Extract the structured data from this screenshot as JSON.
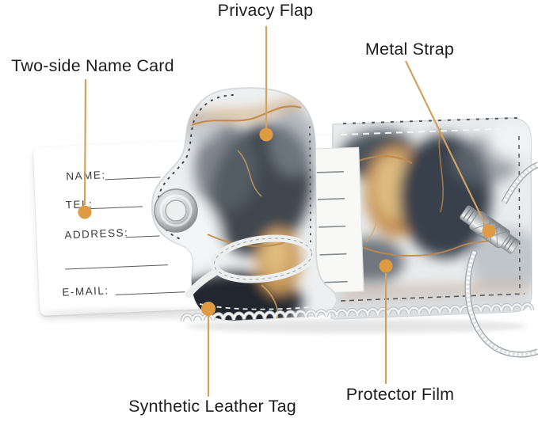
{
  "annotations": [
    {
      "id": "privacy-flap",
      "label": "Privacy Flap"
    },
    {
      "id": "two-side-name-card",
      "label": "Two-side Name Card"
    },
    {
      "id": "metal-strap",
      "label": "Metal Strap"
    },
    {
      "id": "synthetic-leather-tag",
      "label": "Synthetic Leather Tag"
    },
    {
      "id": "protector-film",
      "label": "Protector Film"
    }
  ],
  "name_card": {
    "fields": [
      {
        "label": "NAME:"
      },
      {
        "label": "TEL:"
      },
      {
        "label": "ADDRESS:"
      },
      {
        "label": ""
      },
      {
        "label": "E-MAIL:"
      }
    ]
  },
  "colors": {
    "leader_line": "#D2A25F",
    "annotation_dot": "#DF9B41",
    "label_text": "#1E1E1E",
    "marble_gold": "#C79356",
    "marble_dark": "#3B434D",
    "card_white": "#FFFFFF",
    "background": "#FFFFFF"
  }
}
